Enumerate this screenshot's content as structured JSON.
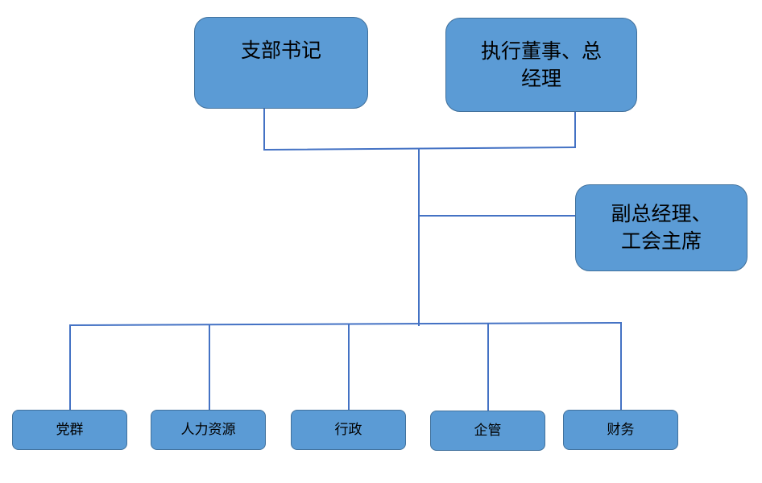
{
  "diagram": {
    "top_nodes": [
      {
        "lines": [
          "支部书记"
        ]
      },
      {
        "lines": [
          "执行董事、总",
          "经理"
        ]
      }
    ],
    "side_node": {
      "lines": [
        "副总经理、",
        "工会主席"
      ]
    },
    "departments": [
      {
        "label": "党群"
      },
      {
        "label": "人力资源"
      },
      {
        "label": "行政"
      },
      {
        "label": "企管"
      },
      {
        "label": "财务"
      }
    ]
  },
  "colors": {
    "box_fill": "#5b9bd5",
    "box_border": "#41719c",
    "connector": "#4472c4",
    "text": "#000000"
  }
}
